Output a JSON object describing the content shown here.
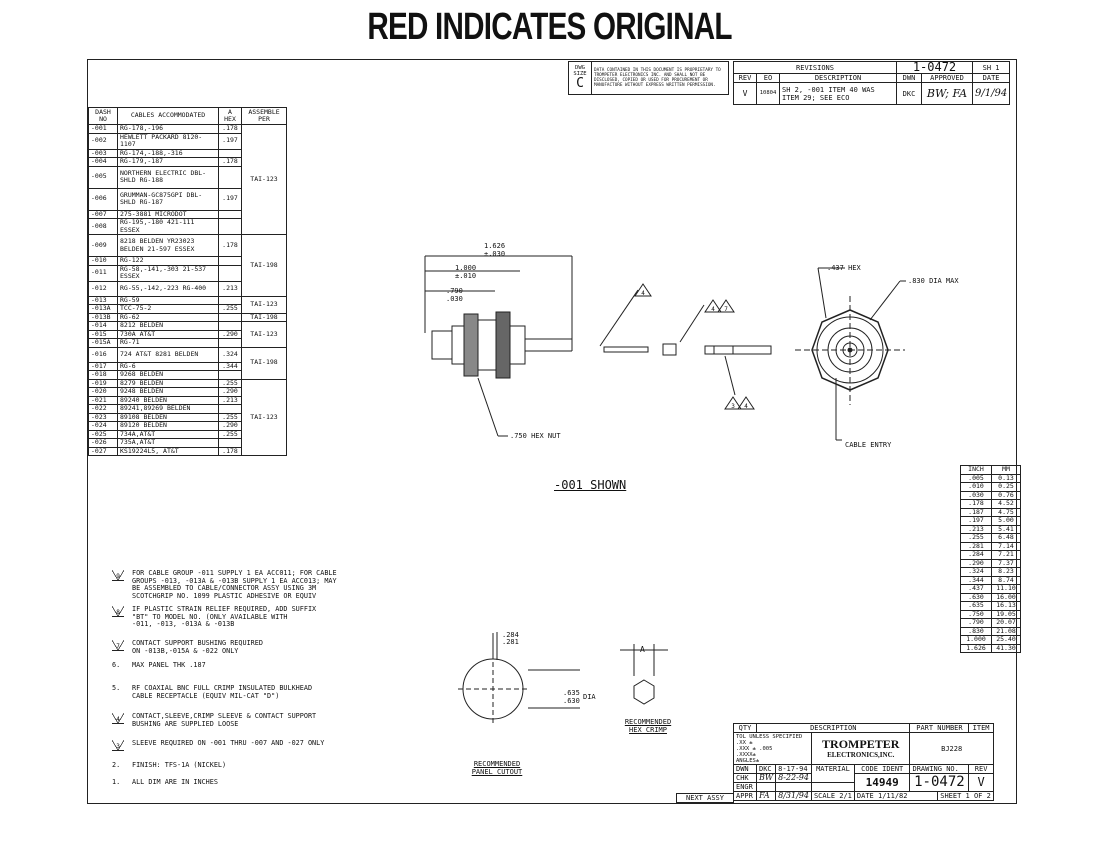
{
  "banner": "RED INDICATES ORIGINAL",
  "header": {
    "dwg_size_label": "DWG SIZE",
    "dwg_size": "C",
    "proprietary": "DATA CONTAINED IN THIS DOCUMENT IS PROPRIETARY TO TROMPETER ELECTRONICS INC. AND SHALL NOT BE DISCLOSED, COPIED OR USED FOR PROCUREMENT OR MANUFACTURE WITHOUT EXPRESS WRITTEN PERMISSION.",
    "revisions_label": "REVISIONS",
    "rev_col": "REV",
    "eo_col": "EO",
    "desc_col": "DESCRIPTION",
    "dwn_col": "DWN",
    "approved_col": "APPROVED",
    "date_col": "DATE",
    "doc_no": "1-0472",
    "sheet": "SH 1",
    "rev": "V",
    "eo": "10804",
    "desc": "SH 2, -001 ITEM 40 WAS ITEM 29; SEE ECO",
    "dwn": "DKC",
    "approved": "BW; FA",
    "date": "9/1/94"
  },
  "cable_table": {
    "headers": [
      "DASH NO",
      "CABLES ACCOMMODATED",
      "A HEX",
      "ASSEMBLE PER"
    ],
    "rows": [
      [
        "-001",
        "RG-178,-196",
        ".178"
      ],
      [
        "-002",
        "HEWLETT PACKARD 8120-1107",
        ".197"
      ],
      [
        "-003",
        "RG-174,-188,-316",
        ""
      ],
      [
        "-004",
        "RG-179,-187",
        ".178"
      ],
      [
        "-005",
        "NORTHERN ELECTRIC DBL-SHLD RG-188",
        ""
      ],
      [
        "-006",
        "GRUMMAN-GC875GPI DBL-SHLD RG-187",
        ".197"
      ],
      [
        "-007",
        "275-3881 MICRODOT",
        ""
      ],
      [
        "-008",
        "RG-195,-180 421-111 ESSEX",
        ""
      ],
      [
        "-009",
        "8218 BELDEN YR23023 BELDEN 21-597 ESSEX",
        ".178"
      ],
      [
        "-010",
        "RG-122",
        ""
      ],
      [
        "-011",
        "RG-58,-141,-303 21-537 ESSEX",
        ""
      ],
      [
        "-012",
        "RG-55,-142,-223 RG-400",
        ".213"
      ],
      [
        "-013",
        "RG-59",
        ""
      ],
      [
        "-013A",
        "TCC-75-2",
        ".255"
      ],
      [
        "-013B",
        "RG-62",
        ""
      ],
      [
        "-014",
        "8212 BELDEN",
        ""
      ],
      [
        "-015",
        "730A AT&T",
        ".290"
      ],
      [
        "-015A",
        "RG-71",
        ""
      ],
      [
        "-016",
        "724 AT&T 8281 BELDEN",
        ".324"
      ],
      [
        "-017",
        "RG-6",
        ".344"
      ],
      [
        "-018",
        "9268 BELDEN",
        ""
      ],
      [
        "-019",
        "8279 BELDEN",
        ".255"
      ],
      [
        "-020",
        "9248 BELDEN",
        ".290"
      ],
      [
        "-021",
        "89240 BELDEN",
        ".213"
      ],
      [
        "-022",
        "89241,89269 BELDEN",
        ""
      ],
      [
        "-023",
        "89108 BELDEN",
        ".255"
      ],
      [
        "-024",
        "89120 BELDEN",
        ".290"
      ],
      [
        "-025",
        "734A,AT&T",
        ".255"
      ],
      [
        "-026",
        "735A,AT&T",
        ""
      ],
      [
        "-027",
        "KS19224L5, AT&T",
        ".178"
      ]
    ],
    "assemble": [
      "TAI-123",
      "TAI-198",
      "TAI-123",
      "TAI-198",
      "TAI-123",
      "TAI-198",
      "TAI-123"
    ]
  },
  "drawing": {
    "dim_1626": "1.626",
    "tol_1626": "±.030",
    "dim_1000": "1.000",
    "tol_1000": "±.010",
    "dim_790": ".790",
    "tol_790": ".030",
    "hex_437": ".437 HEX",
    "dia_830": ".830 DIA MAX",
    "hex_nut": ".750 HEX NUT",
    "cable_entry": "CABLE ENTRY",
    "shown": "-001 SHOWN",
    "d284": ".284",
    "d281": ".281",
    "d635": ".635",
    "d630": ".630",
    "dia": "DIA",
    "hex_a": "A",
    "panel_cutout": "RECOMMENDED PANEL CUTOUT",
    "hex_crimp": "RECOMMENDED HEX CRIMP"
  },
  "conversion": {
    "headers": [
      "INCH",
      "MM"
    ],
    "rows": [
      [
        ".005",
        "0.13"
      ],
      [
        ".010",
        "0.25"
      ],
      [
        ".030",
        "0.76"
      ],
      [
        ".178",
        "4.52"
      ],
      [
        ".187",
        "4.75"
      ],
      [
        ".197",
        "5.00"
      ],
      [
        ".213",
        "5.41"
      ],
      [
        ".255",
        "6.48"
      ],
      [
        ".281",
        "7.14"
      ],
      [
        ".284",
        "7.21"
      ],
      [
        ".290",
        "7.37"
      ],
      [
        ".324",
        "8.23"
      ],
      [
        ".344",
        "8.74"
      ],
      [
        ".437",
        "11.10"
      ],
      [
        ".630",
        "16.00"
      ],
      [
        ".635",
        "16.13"
      ],
      [
        ".750",
        "19.05"
      ],
      [
        ".790",
        "20.07"
      ],
      [
        ".830",
        "21.08"
      ],
      [
        "1.000",
        "25.40"
      ],
      [
        "1.626",
        "41.30"
      ]
    ]
  },
  "notes": [
    {
      "mark": "9",
      "text": "FOR CABLE GROUP -011 SUPPLY 1 EA ACC011; FOR CABLE\nGROUPS -013, -013A & -013B SUPPLY 1 EA ACC013; MAY\nBE ASSEMBLED TO CABLE/CONNECTOR ASSY USING 3M\nSCOTCHGRIP NO. 1099 PLASTIC ADHESIVE OR EQUIV"
    },
    {
      "mark": "8",
      "text": "IF PLASTIC STRAIN RELIEF REQUIRED, ADD SUFFIX\n\"BT\" TO MODEL NO. (ONLY AVAILABLE WITH\n-011, -013, -013A & -013B"
    },
    {
      "mark": "7",
      "text": "CONTACT SUPPORT BUSHING REQUIRED\nON -013B,-015A & -022 ONLY"
    },
    {
      "mark": "6.",
      "text": "MAX PANEL THK .187"
    },
    {
      "mark": "5.",
      "text": "RF COAXIAL BNC FULL CRIMP INSULATED BULKHEAD\nCABLE RECEPTACLE (EQUIV MIL-CAT \"D\")"
    },
    {
      "mark": "4",
      "text": "CONTACT,SLEEVE,CRIMP SLEEVE & CONTACT SUPPORT\nBUSHING ARE SUPPLIED LOOSE"
    },
    {
      "mark": "3",
      "text": "SLEEVE REQUIRED ON -001 THRU -007 AND -027 ONLY"
    },
    {
      "mark": "2.",
      "text": "FINISH: TFS-1A (NICKEL)"
    },
    {
      "mark": "1.",
      "text": "ALL DIM ARE IN INCHES"
    }
  ],
  "title_block": {
    "qty": "QTY",
    "description": "DESCRIPTION",
    "part_number": "PART NUMBER",
    "item": "ITEM",
    "tol_label": "TOL UNLESS SPECIFIED",
    "tol_lines": ".XX ±\n.XXX ± .005\n.XXXX±\nANGLES±",
    "company": "TROMPETER",
    "company2": "ELECTRONICS,INC.",
    "part_no": "BJ228",
    "dwn": "DWN",
    "dwn_by": "DKC",
    "dwn_date": "8-17-94",
    "chk": "CHK",
    "chk_by": "BW",
    "chk_date": "8-22-94",
    "engr": "ENGR",
    "appr": "APPR",
    "appr_by": "FA",
    "appr_date": "8/31/94",
    "material": "MATERIAL",
    "code_ident": "CODE IDENT",
    "code": "14949",
    "drawing_no_label": "DRAWING NO.",
    "drawing_no": "1-0472",
    "rev_label": "REV",
    "rev": "V",
    "scale": "SCALE 2/1",
    "date": "DATE 1/11/82",
    "sheet": "SHEET 1 OF 2",
    "next_assy": "NEXT ASSY"
  }
}
